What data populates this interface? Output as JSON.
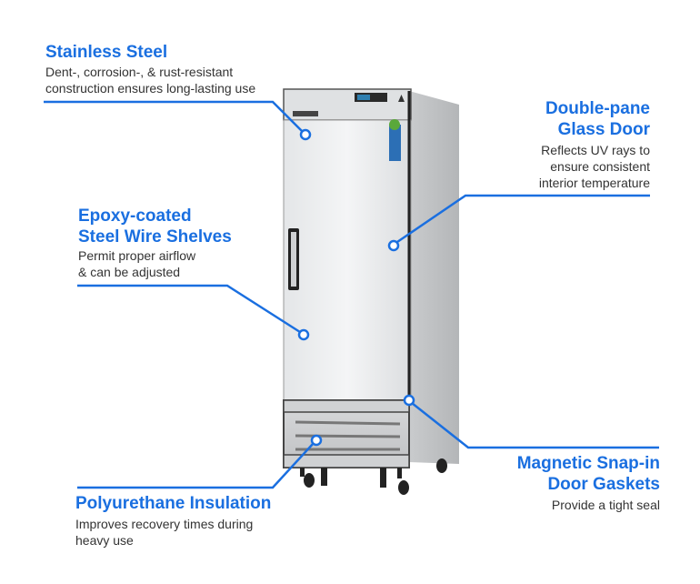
{
  "accent_color": "#1a6fe0",
  "callouts": {
    "stainless": {
      "title": "Stainless Steel",
      "desc1": "Dent-, corrosion-, & rust-resistant",
      "desc2": "construction ensures long-lasting use"
    },
    "glass": {
      "title1": "Double-pane",
      "title2": "Glass Door",
      "desc1": "Reflects UV rays to",
      "desc2": "ensure consistent",
      "desc3": "interior temperature"
    },
    "shelves": {
      "title1": "Epoxy-coated",
      "title2": "Steel Wire Shelves",
      "desc1": "Permit proper airflow",
      "desc2": "& can be adjusted"
    },
    "gaskets": {
      "title1": "Magnetic Snap-in",
      "title2": "Door Gaskets",
      "desc1": "Provide a tight seal"
    },
    "insulation": {
      "title": "Polyurethane Insulation",
      "desc1": "Improves recovery times during",
      "desc2": "heavy use"
    }
  }
}
